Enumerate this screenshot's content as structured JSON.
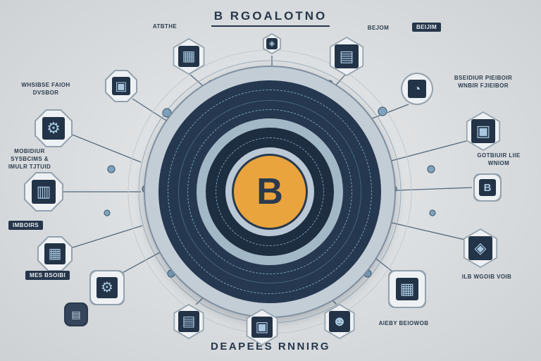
{
  "title": "B RGOALOTNO",
  "footer": "DEAPEES RNNIRG",
  "center": {
    "symbol": "B"
  },
  "colors": {
    "navy": "#26364a",
    "orange": "#e9a43e",
    "light_blue": "#a3b8c7",
    "background": "#dcdfe1"
  },
  "labels": {
    "top_left": "ATBTHE",
    "top_right": "BEJOM",
    "top_right_badge": "BEIJIM",
    "left_upper": "WHSIBSE FAIOH DVSBOR",
    "left_mid": "MOBIDIUR SYSBCIMS & IMULR TJTUID",
    "left_lower_badge": "IMBOIRS",
    "left_bottom_badge": "MES BSOIBI",
    "right_upper": "BSEIDIUR PIEIBOIR WNBIR FJIEIBOR",
    "right_mid": "GOTBIUIR LIIE WNIOM",
    "right_lower": "ILB WGOIB VOIB",
    "bottom_right": "AIEBY BEIOWOB"
  },
  "icons": {
    "hub": "◈",
    "chip": "▦",
    "book": "▤",
    "device": "▣",
    "robot": "⚙",
    "printer": "▥",
    "monitor": "▦",
    "gears": "⚙",
    "storage": "▤",
    "database": "▤",
    "lock": "▣",
    "person": "☻",
    "screen": "▦",
    "shield": "◈",
    "mini_display": "B",
    "briefcase": "▣",
    "gauge": "◔"
  }
}
